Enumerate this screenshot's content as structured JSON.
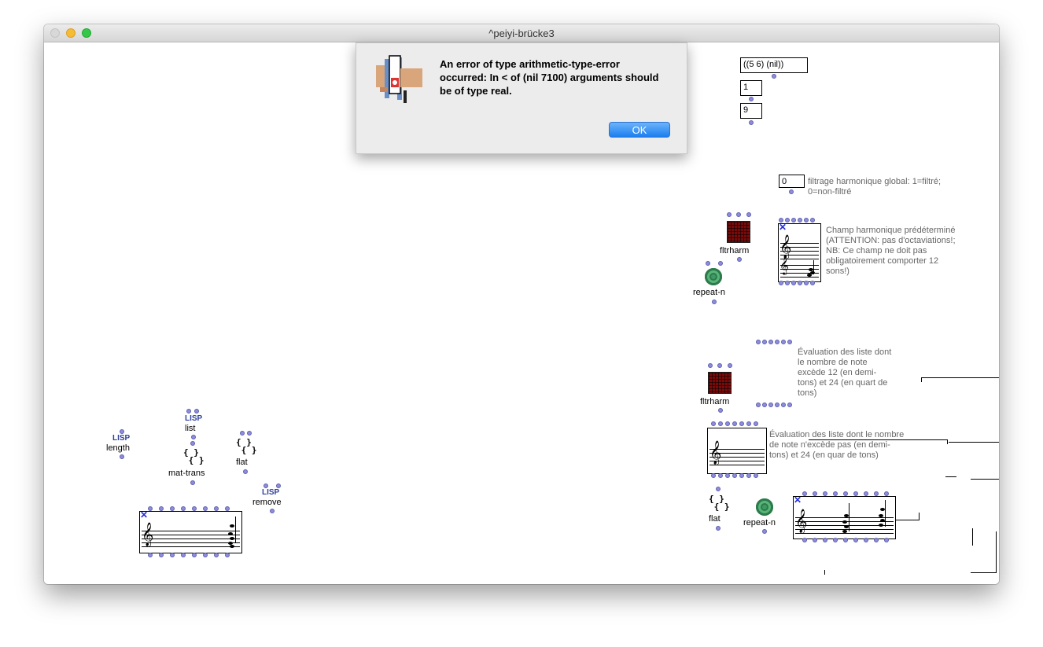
{
  "window": {
    "title": "^peiyi-brücke3"
  },
  "dialog": {
    "message": "An error of type arithmetic-type-error occurred: In < of (nil 7100) arguments should be of type real.",
    "ok_label": "OK",
    "icon": "lisp-error-icon"
  },
  "boxes": {
    "list_value": "((5 6) (nil))",
    "value_1": "1",
    "value_9": "9",
    "value_0": "0"
  },
  "comments": {
    "filtrage": "filtrage harmonique global: 1=filtré; 0=non-filtré",
    "champ": "Champ harmonique prédéterminé (ATTENTION: pas d'octaviations!; NB: Ce champ ne doit pas obligatoirement comporter 12 sons!)",
    "eval1": "Évaluation des liste dont le nombre de note excède 12 (en demi-tons) et 24 (en quart de tons)",
    "eval2": "Évaluation des liste dont le nombre de note n'excède pas (en demi-tons) et 24 (en quar de tons)"
  },
  "nodes": {
    "fltrharm_1": "fltrharm",
    "repeat_n_1": "repeat-n",
    "fltrharm_2": "fltrharm",
    "flat_right": "flat",
    "repeat_n_2": "repeat-n",
    "lisp_tag": "LISP",
    "length": "length",
    "list": "list",
    "mat_trans": "mat-trans",
    "flat_left": "flat",
    "remove": "remove"
  },
  "colors": {
    "inlet": "#8d8ddb",
    "ok_button": "#1c7ff0",
    "lisp_text": "#2f3f9e",
    "spiral": "#3f9a62",
    "chess": "#7a0a0a"
  }
}
